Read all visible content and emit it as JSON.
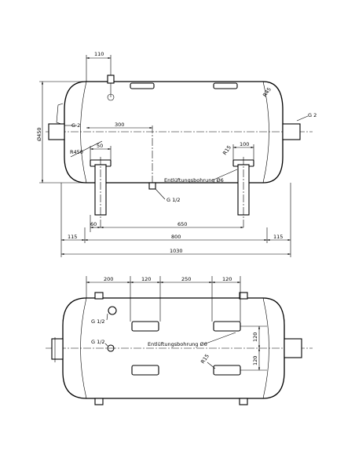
{
  "side_view": {
    "dimensions": {
      "nozzle_offset": "110",
      "overall_height": "Ø450",
      "connection_left": "G 2",
      "connection_right": "G 2",
      "head_radius": "R450",
      "knuckle_radius": "R45",
      "leg_distance": "300",
      "leg_width": "50",
      "pad_width": "100",
      "pad_radius": "R15",
      "vent_bore": "Entlüftungsbohrung Ø6",
      "drain": "G 1/2",
      "foot_width": "60",
      "leg_spacing": "650",
      "left_overhang": "115",
      "middle_length": "800",
      "right_overhang": "115",
      "total_length": "1030"
    }
  },
  "top_view": {
    "dimensions": {
      "offset_200": "200",
      "pad_120_a": "120",
      "gap_250": "250",
      "pad_120_b": "120",
      "socket_upper": "G 1/2",
      "socket_lower": "G 1/2",
      "vent_bore": "Entlüftungsbohrung Ø6",
      "pad_radius": "R15",
      "vert_120_a": "120",
      "vert_120_b": "120"
    }
  }
}
